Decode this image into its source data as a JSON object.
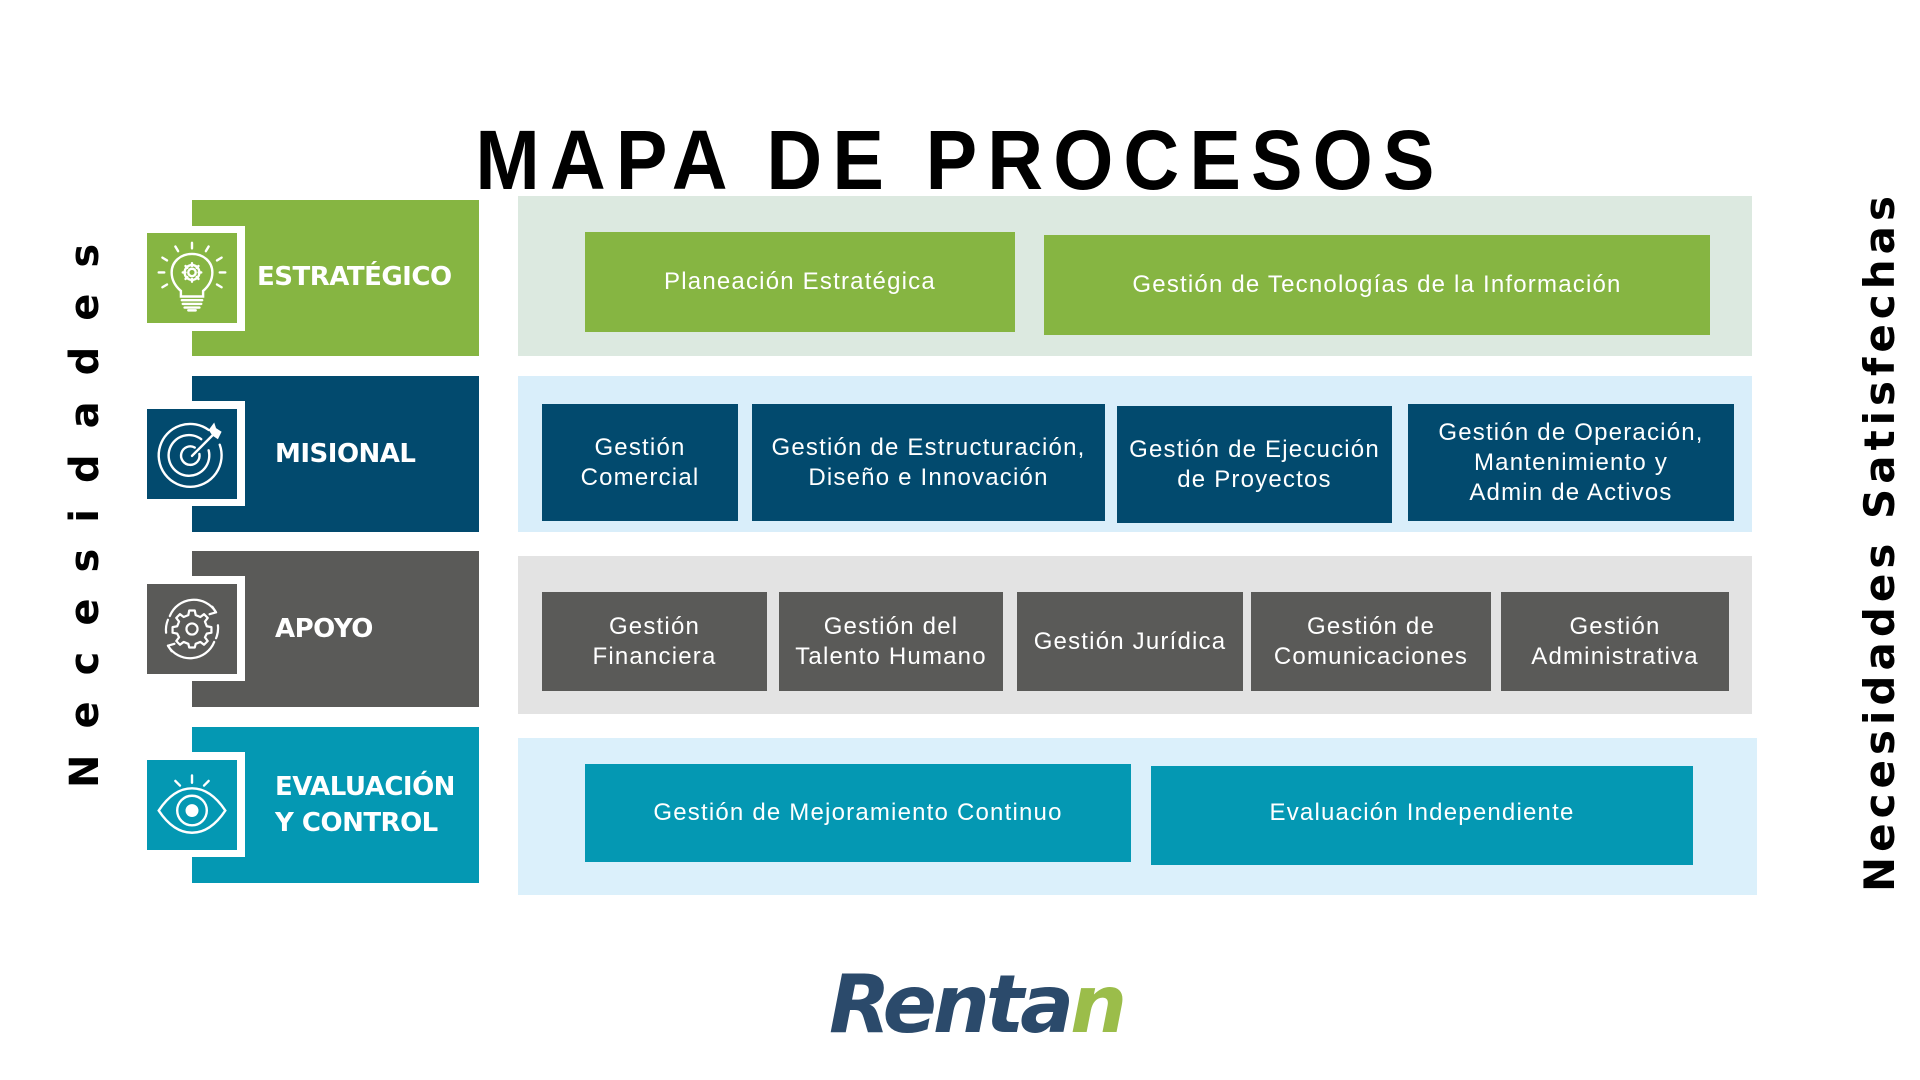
{
  "title": "MAPA DE PROCESOS",
  "side_labels": {
    "left": "Necesidades",
    "right": "Necesidades Satisfechas"
  },
  "colors": {
    "estrategico": "#86b542",
    "estrategico_panel": "#dce9e0",
    "misional": "#024a6e",
    "misional_panel": "#d9eefa",
    "apoyo": "#5a5a58",
    "apoyo_panel": "#e3e3e3",
    "evaluacion": "#0498b3",
    "evaluacion_panel": "#dbf0fb",
    "logo_primary": "#2b4a6b",
    "logo_accent": "#9bbd4a"
  },
  "categories": [
    {
      "label": "ESTRATÉGICO",
      "icon": "lightbulb-gear-icon",
      "processes": [
        "Planeación Estratégica",
        "Gestión de Tecnologías de la Información"
      ]
    },
    {
      "label": "MISIONAL",
      "icon": "target-arrow-icon",
      "processes": [
        "Gestión Comercial",
        "Gestión de Estructuración, Diseño e Innovación",
        "Gestión de Ejecución de Proyectos",
        "Gestión de Operación, Mantenimiento y Admin de Activos"
      ]
    },
    {
      "label": "APOYO",
      "icon": "gear-cycle-icon",
      "processes": [
        "Gestión Financiera",
        "Gestión del Talento Humano",
        "Gestión Jurídica",
        "Gestión de Comunicaciones",
        "Gestión Administrativa"
      ]
    },
    {
      "label_line1": "EVALUACIÓN",
      "label_line2": "Y CONTROL",
      "icon": "eye-icon",
      "processes": [
        "Gestión de Mejoramiento Continuo",
        "Evaluación Independiente"
      ]
    }
  ],
  "logo": {
    "text_main": "Renta",
    "text_accent": "n"
  }
}
